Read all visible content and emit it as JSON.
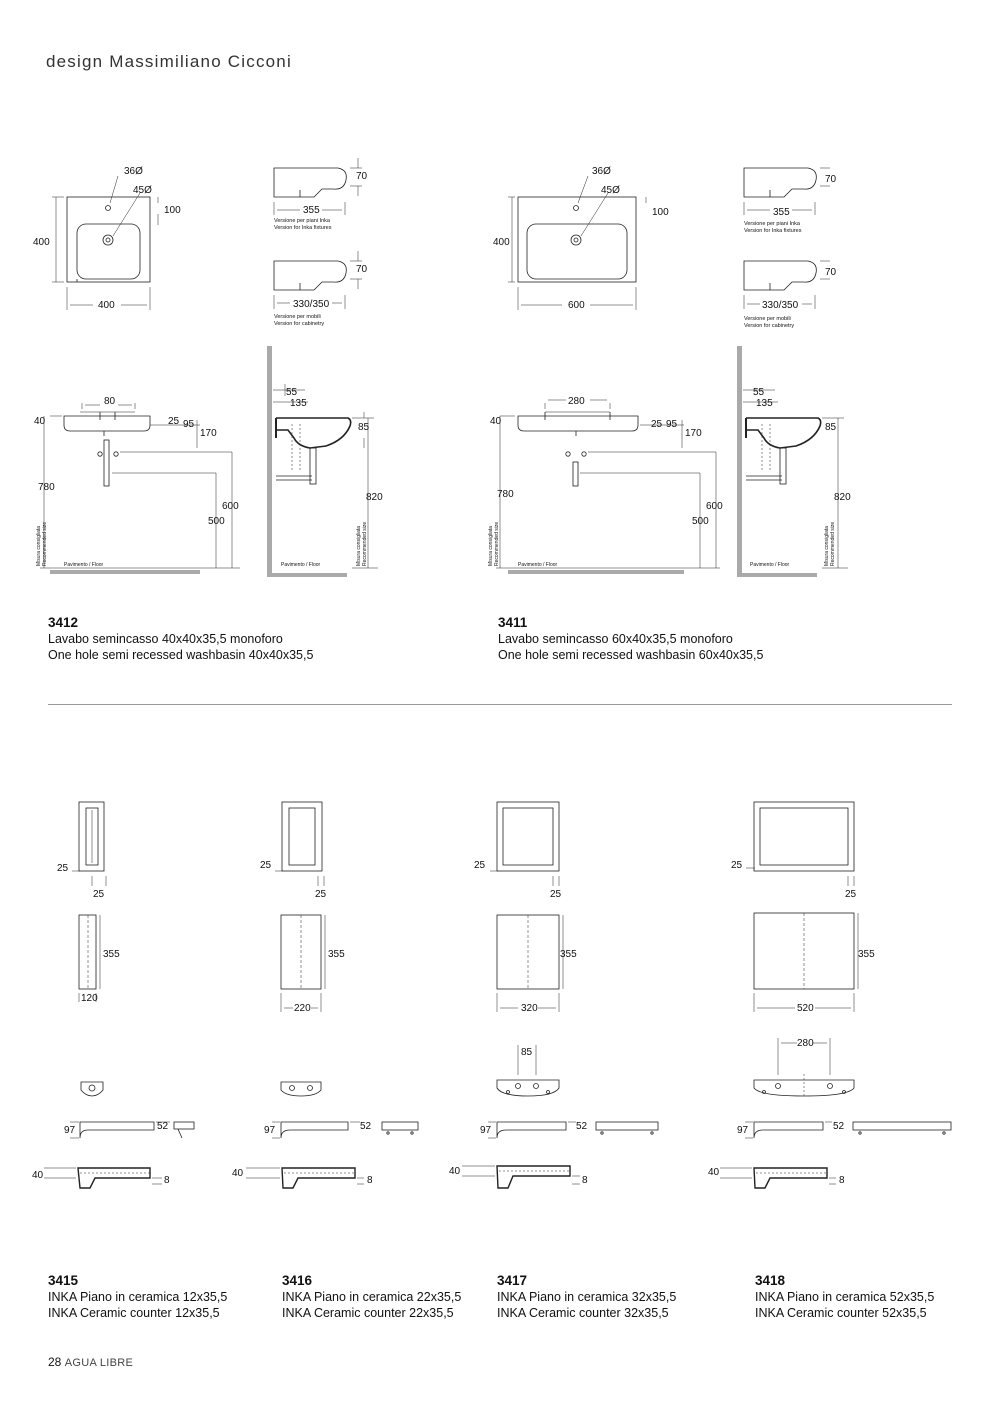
{
  "header": {
    "designer": "design Massimiliano Cicconi"
  },
  "products_top": [
    {
      "code": "3412",
      "name_it": "Lavabo semincasso 40x40x35,5 monoforo",
      "name_en": "One hole semi recessed washbasin 40x40x35,5",
      "dims": {
        "hole_top": "36Ø",
        "hole_drain": "45Ø",
        "offset": "100",
        "height": "400",
        "width": "400",
        "side_h1": "70",
        "side_w1": "355",
        "side_h2": "70",
        "side_w2": "330/350",
        "front_w": "80",
        "front_left": "40",
        "front_25": "25",
        "front_95": "95",
        "front_170": "170",
        "front_780": "780",
        "front_600": "600",
        "front_500": "500",
        "sec_55": "55",
        "sec_135": "135",
        "sec_85": "85",
        "sec_820": "820"
      }
    },
    {
      "code": "3411",
      "name_it": "Lavabo semincasso 60x40x35,5 monoforo",
      "name_en": "One hole semi recessed washbasin 60x40x35,5",
      "dims": {
        "hole_top": "36Ø",
        "hole_drain": "45Ø",
        "offset": "100",
        "height": "400",
        "width": "600",
        "side_h1": "70",
        "side_w1": "355",
        "side_h2": "70",
        "side_w2": "330/350",
        "front_w": "280",
        "front_left": "40",
        "front_25": "25",
        "front_95": "95",
        "front_170": "170",
        "front_780": "780",
        "front_600": "600",
        "front_500": "500",
        "sec_55": "55",
        "sec_135": "135",
        "sec_85": "85",
        "sec_820": "820"
      }
    }
  ],
  "labels": {
    "inka_it": "Versione per piani Inka",
    "inka_en": "Version for Inka fixtures",
    "cab_it": "Versione per mobili",
    "cab_en": "Version for cabinetry",
    "floor": "Pavimento / Floor",
    "rec_it": "Misura consigliata",
    "rec_en": "Recommended size"
  },
  "products_bottom": [
    {
      "code": "3415",
      "name_it": "INKA Piano in ceramica 12x35,5",
      "name_en": "INKA Ceramic counter 12x35,5",
      "d25a": "25",
      "d25b": "25",
      "d355": "355",
      "width": "120",
      "d97": "97",
      "d52": "52",
      "d40": "40",
      "d8": "8",
      "hole": ""
    },
    {
      "code": "3416",
      "name_it": "INKA Piano in ceramica 22x35,5",
      "name_en": "INKA Ceramic counter 22x35,5",
      "d25a": "25",
      "d25b": "25",
      "d355": "355",
      "width": "220",
      "d97": "97",
      "d52": "52",
      "d40": "40",
      "d8": "8",
      "hole": ""
    },
    {
      "code": "3417",
      "name_it": "INKA Piano in ceramica 32x35,5",
      "name_en": "INKA Ceramic counter 32x35,5",
      "d25a": "25",
      "d25b": "25",
      "d355": "355",
      "width": "320",
      "d97": "97",
      "d52": "52",
      "d40": "40",
      "d8": "8",
      "hole": "85"
    },
    {
      "code": "3418",
      "name_it": "INKA Piano in ceramica 52x35,5",
      "name_en": "INKA Ceramic counter 52x35,5",
      "d25a": "25",
      "d25b": "25",
      "d355": "355",
      "width": "520",
      "d97": "97",
      "d52": "52",
      "d40": "40",
      "d8": "8",
      "hole": "280"
    }
  ],
  "footer": {
    "page": "28",
    "brand": "AGUA LIBRE"
  }
}
